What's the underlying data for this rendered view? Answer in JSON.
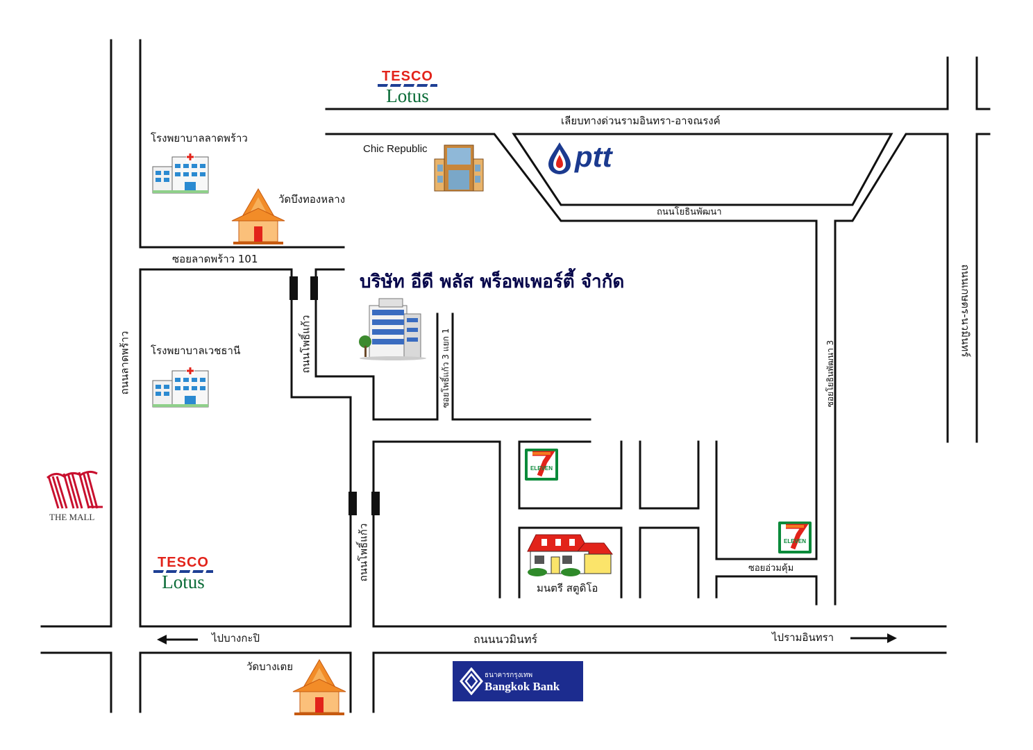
{
  "title": "บริษัท อีดี พลัส พร็อพเพอร์ตี้ จำกัด",
  "roads": {
    "ladprao_road": "ถนนลาดพร้าว",
    "soi_ladprao_101": "ซอยลาดพร้าว 101",
    "phaiphraekaeo_road_top": "ถนนโพธิ์แก้ว",
    "phaiphraekaeo_road_bottom": "ถนนโพธิ์แก้ว",
    "soi_phokaeo_3_yaek_1": "ซอยโพธิ์แก้ว 3 แยก 1",
    "expressway": "เลียบทางด่วนรามอินทรา-อาจณรงค์",
    "yothin_phatthana_road": "ถนนโยธินพัฒนา",
    "soi_yothin_phatthana_3": "ซอยโยธินพัฒนา 3",
    "kaset_nawamin_road": "ถนนเกษตร-นวมินทร์",
    "soi_uamkhum": "ซอยอ่วมคุ้ม",
    "nawamin_road": "ถนนนวมินทร์",
    "to_bangkapi": "ไปบางกะปิ",
    "to_ramintra": "ไปรามอินทรา"
  },
  "landmarks": {
    "ladprao_hospital": "โรงพยาบาลลาดพร้าว",
    "wat_bueng_thonglang": "วัดบึงทองหลาง",
    "chic_republic": "Chic Republic",
    "vejthani_hospital": "โรงพยาบาลเวชธานี",
    "wat_bang_toei": "วัดบางเตย",
    "monthri_studio": "มนตรี สตูดิโอ"
  },
  "logos": {
    "tesco_top": "TESCO",
    "lotus_top": "Lotus",
    "tesco_bottom": "TESCO",
    "lotus_bottom": "Lotus",
    "the_mall": "THE MALL",
    "ptt": "ptt",
    "seven_eleven": "ELEVEN",
    "bangkok_bank_th": "ธนาคารกรุงเทพ",
    "bangkok_bank_en": "Bangkok Bank"
  },
  "colors": {
    "road": "#111111",
    "title": "#06064a",
    "tesco_red": "#e2231a",
    "lotus_green": "#0a6b37",
    "ptt_blue": "#1b3a8f",
    "bangkok_bank_blue": "#1c2c8f",
    "seven_green": "#0a8a3a",
    "seven_orange": "#f47b20",
    "temple_orange": "#f28c28",
    "mall_red": "#c8102e"
  }
}
